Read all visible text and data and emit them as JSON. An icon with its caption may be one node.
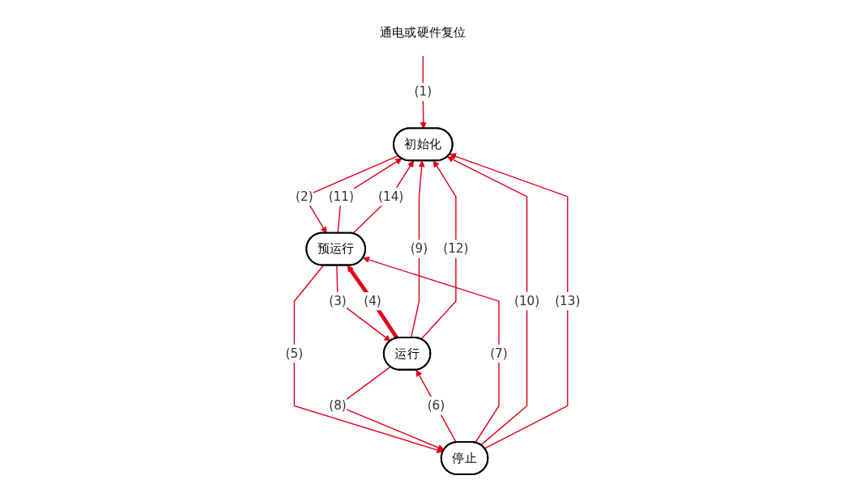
{
  "diagram": {
    "nodes": [
      {
        "text": [
          "通电或硬件复位"
        ]
      },
      {
        "text": [
          "初始化"
        ]
      },
      {
        "text": [
          "预运行"
        ]
      },
      {
        "text": [
          "停止"
        ]
      },
      {
        "text": [
          "运行"
        ]
      }
    ],
    "edges": [
      {
        "from": 0,
        "to": 1,
        "arrow": "to",
        "label": "(1)"
      },
      {
        "from": 1,
        "to": 2,
        "arrow": "to",
        "label": "(2)"
      },
      {
        "from": 2,
        "to": 4,
        "arrow": "to",
        "label": "(3)"
      },
      {
        "from": 4,
        "to": 2,
        "arrow": "to",
        "label": "(4)",
        "style": "thick"
      },
      {
        "from": 2,
        "to": 3,
        "arrow": "to",
        "label": "(5)"
      },
      {
        "from": 3,
        "to": 4,
        "arrow": "to",
        "label": "(6)"
      },
      {
        "from": 3,
        "to": 2,
        "arrow": "to",
        "label": "(7)"
      },
      {
        "from": 4,
        "to": 3,
        "arrow": "to",
        "label": "(8)"
      },
      {
        "from": 4,
        "to": 1,
        "arrow": "to",
        "label": "(9)"
      },
      {
        "from": 3,
        "to": 1,
        "arrow": "to",
        "label": "(10)"
      },
      {
        "from": 2,
        "to": 1,
        "arrow": "to",
        "label": "(11)"
      },
      {
        "from": 4,
        "to": 1,
        "arrow": "to",
        "label": "(12)"
      },
      {
        "from": 3,
        "to": 1,
        "arrow": "to",
        "label": "(13)"
      },
      {
        "from": 2,
        "to": 1,
        "arrow": "to",
        "label": "(14)"
      }
    ]
  }
}
